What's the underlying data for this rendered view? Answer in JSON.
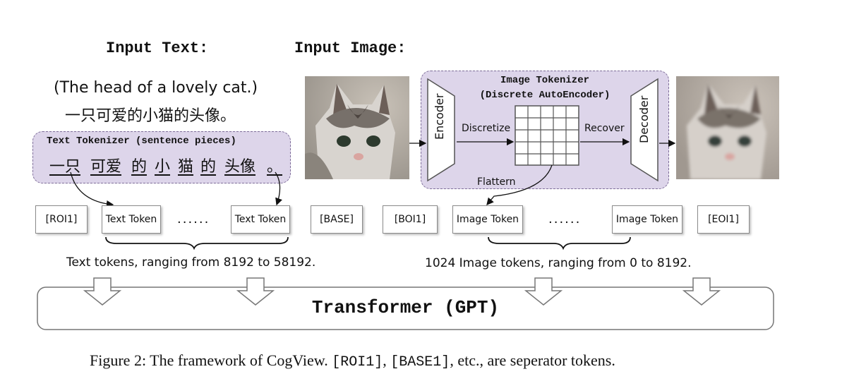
{
  "headings": {
    "input_text": "Input Text:",
    "input_image": "Input Image:"
  },
  "input_text": {
    "english": "(The head of a lovely cat.)",
    "chinese": "一只可爱的小猫的头像。"
  },
  "text_tokenizer": {
    "title": "Text Tokenizer (sentence pieces)",
    "pieces": [
      "一只",
      "可爱",
      "的",
      "小",
      "猫",
      "的",
      "头像",
      "。"
    ]
  },
  "image_tokenizer": {
    "title_line1": "Image Tokenizer",
    "title_line2": "(Discrete AutoEncoder)",
    "encoder": "Encoder",
    "decoder": "Decoder",
    "discretize": "Discretize",
    "recover": "Recover",
    "flattern": "Flattern"
  },
  "tokens": {
    "roi1": "[ROI1]",
    "text_token_1": "Text Token",
    "ellipsis_text": "......",
    "text_token_2": "Text Token",
    "base": "[BASE]",
    "boi1": "[BOI1]",
    "image_token_1": "Image Token",
    "ellipsis_image": "......",
    "image_token_2": "Image Token",
    "eoi1": "[EOI1]"
  },
  "ranges": {
    "text": "Text tokens, ranging from 8192 to 58192.",
    "image": "1024 Image tokens, ranging from 0 to 8192."
  },
  "transformer": "Transformer (GPT)",
  "caption": {
    "prefix": "Figure 2: The framework of CogView.",
    "code1": "[ROI1]",
    "sep1": ",",
    "code2": "[BASE1]",
    "suffix": ", etc., are seperator tokens."
  },
  "colors": {
    "tokenizer_fill": "#ddd5ea",
    "tokenizer_border": "#7e6d99",
    "box_border": "#8a8a8a"
  }
}
